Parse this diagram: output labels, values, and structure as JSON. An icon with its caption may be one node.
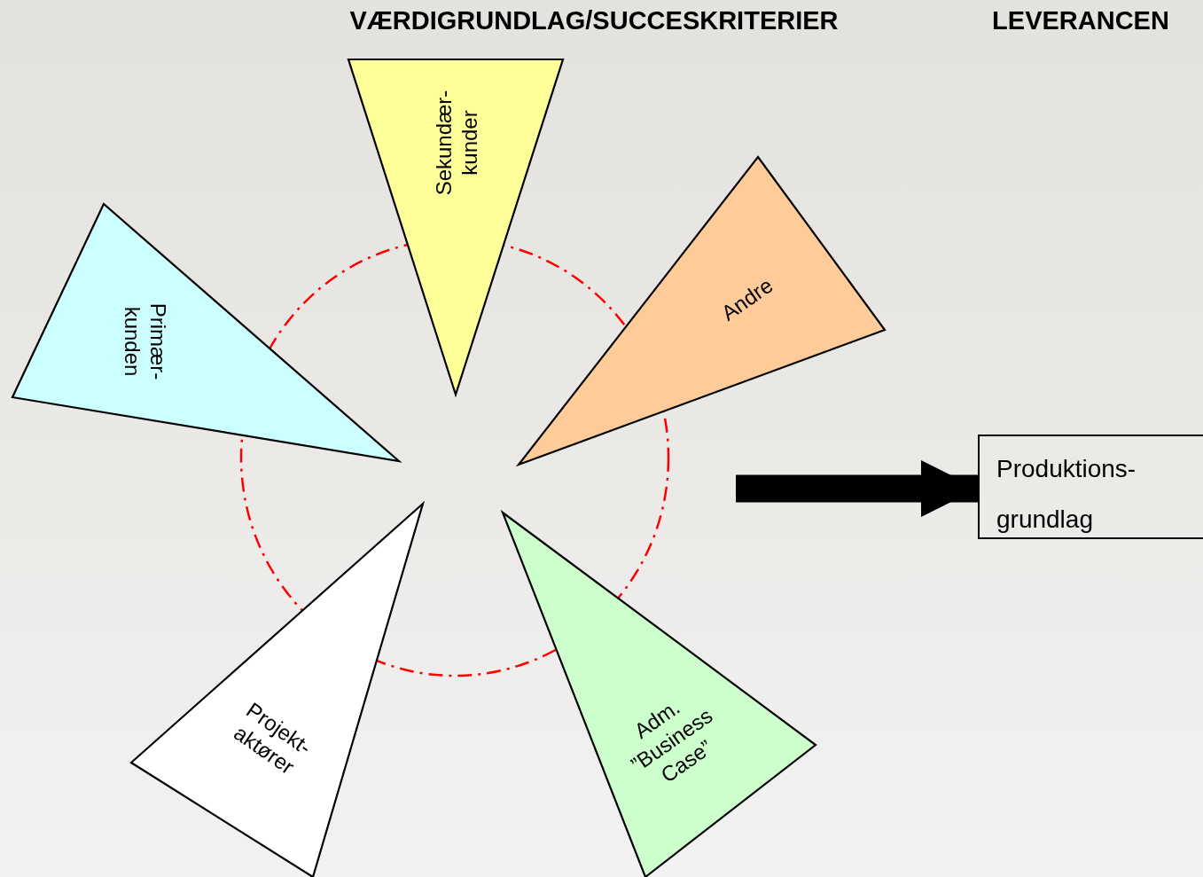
{
  "diagram": {
    "nodes": [
      {
        "text": [
          "Primær- kunden"
        ]
      },
      {
        "text": [
          "Sekundær- kunder"
        ]
      },
      {
        "text": [
          "Andre"
        ]
      },
      {
        "text": [
          "Projekt- aktører"
        ]
      },
      {
        "text": [
          "Adm. ”Business Case”"
        ]
      },
      {
        "text": [
          "Produktions- grundlag"
        ]
      },
      {
        "text": [],
        "shape": "circle"
      }
    ],
    "edges": [
      {
        "from": null,
        "to": 5,
        "arrow": "to"
      }
    ],
    "labels": [
      "VÆRDIGRUNDLAG/SUCCESKRITERIER",
      "LEVERANCEN"
    ]
  }
}
